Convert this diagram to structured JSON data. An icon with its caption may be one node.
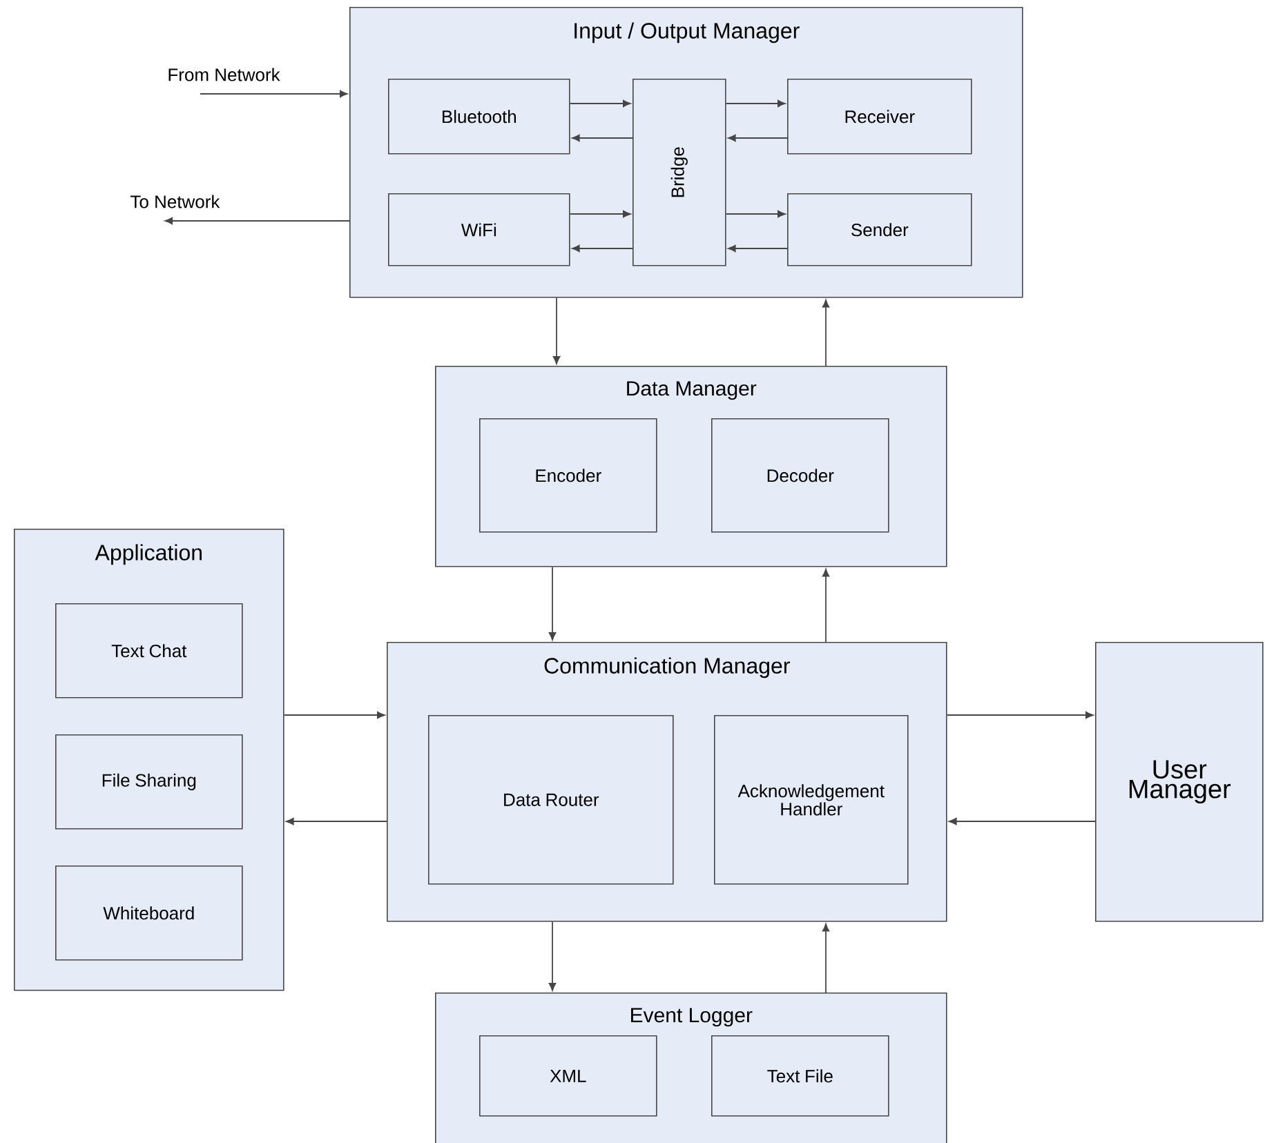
{
  "diagram": {
    "nodes": [
      {
        "text": [
          "Input / Output Manager"
        ]
      },
      {
        "text": [
          "Bluetooth"
        ],
        "in": 0
      },
      {
        "text": [
          "Bridge"
        ],
        "in": 0
      },
      {
        "text": [
          "Receiver"
        ],
        "in": 0
      },
      {
        "text": [
          "WiFi"
        ],
        "in": 0
      },
      {
        "text": [
          "Sender"
        ],
        "in": 0
      },
      {
        "text": [
          "Data Manager"
        ]
      },
      {
        "text": [
          "Encoder"
        ],
        "in": 6
      },
      {
        "text": [
          "Decoder"
        ],
        "in": 6
      },
      {
        "text": [
          "Application"
        ]
      },
      {
        "text": [
          "Text Chat"
        ],
        "in": 9
      },
      {
        "text": [
          "File Sharing"
        ],
        "in": 9
      },
      {
        "text": [
          "Whiteboard"
        ],
        "in": 9
      },
      {
        "text": [
          "Communication Manager"
        ]
      },
      {
        "text": [
          "Data Router"
        ],
        "in": 13
      },
      {
        "text": [
          "Acknowledgement Handler"
        ],
        "in": 13
      },
      {
        "text": [
          "User Manager"
        ]
      },
      {
        "text": [
          "Event Logger"
        ]
      },
      {
        "text": [
          "XML"
        ],
        "in": 17
      },
      {
        "text": [
          "Text File"
        ],
        "in": 17
      }
    ],
    "edges": [
      {
        "from": null,
        "to": 0,
        "arrow": "to",
        "label": "From Network"
      },
      {
        "from": 0,
        "to": null,
        "arrow": "to",
        "label": "To Network"
      },
      {
        "from": 1,
        "to": 2,
        "arrow": "to"
      },
      {
        "from": 2,
        "to": 1,
        "arrow": "to"
      },
      {
        "from": 4,
        "to": 2,
        "arrow": "to"
      },
      {
        "from": 2,
        "to": 4,
        "arrow": "to"
      },
      {
        "from": 2,
        "to": 3,
        "arrow": "to"
      },
      {
        "from": 3,
        "to": 2,
        "arrow": "to"
      },
      {
        "from": 2,
        "to": 5,
        "arrow": "to"
      },
      {
        "from": 5,
        "to": 2,
        "arrow": "to"
      },
      {
        "from": 0,
        "to": 6,
        "arrow": "to"
      },
      {
        "from": 6,
        "to": 0,
        "arrow": "to"
      },
      {
        "from": 6,
        "to": 13,
        "arrow": "to"
      },
      {
        "from": 13,
        "to": 6,
        "arrow": "to"
      },
      {
        "from": 9,
        "to": 13,
        "arrow": "to"
      },
      {
        "from": 13,
        "to": 9,
        "arrow": "to"
      },
      {
        "from": 13,
        "to": 16,
        "arrow": "to"
      },
      {
        "from": 16,
        "to": 13,
        "arrow": "to"
      },
      {
        "from": 13,
        "to": 17,
        "arrow": "to"
      },
      {
        "from": 17,
        "to": 13,
        "arrow": "to"
      }
    ]
  }
}
